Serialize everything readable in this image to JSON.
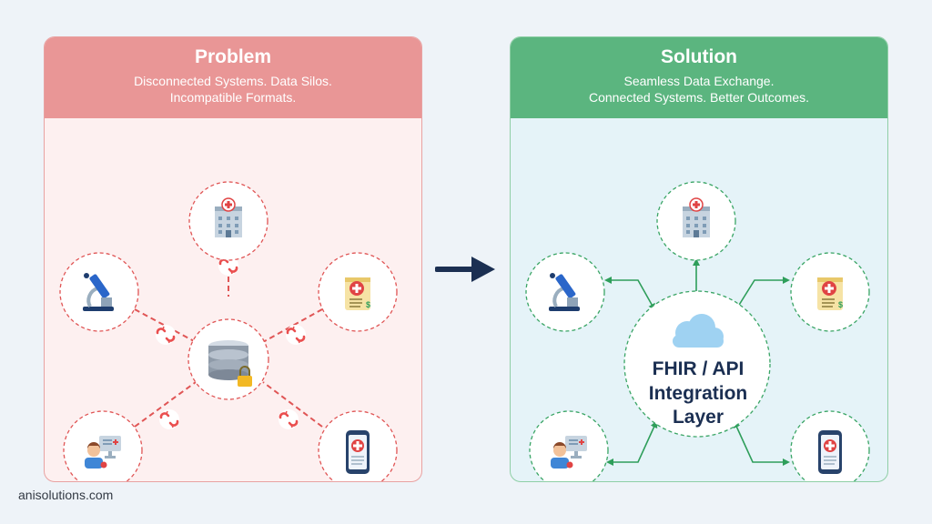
{
  "problem": {
    "title": "Problem",
    "lines": [
      "Disconnected Systems. Data Silos.",
      "Incompatible Formats."
    ],
    "colors": {
      "header": "#e99696",
      "dashed": "#e05555",
      "break": "#ea4f4f"
    },
    "nodes": [
      {
        "id": "hospital",
        "icon": "hospital-icon"
      },
      {
        "id": "lab",
        "icon": "microscope-icon"
      },
      {
        "id": "billing",
        "icon": "billing-document-icon"
      },
      {
        "id": "clinic",
        "icon": "doctor-computer-icon"
      },
      {
        "id": "mobile",
        "icon": "mobile-health-app-icon"
      },
      {
        "id": "database",
        "icon": "locked-database-icon"
      }
    ]
  },
  "solution": {
    "title": "Solution",
    "lines": [
      "Seamless Data Exchange.",
      "Connected Systems. Better Outcomes."
    ],
    "hub_lines": [
      "FHIR / API",
      "Integration",
      "Layer"
    ],
    "hub_icon": "cloud-icon",
    "colors": {
      "header": "#5bb57f",
      "dashed": "#3aa565",
      "arrow": "#2e9e5a"
    },
    "nodes": [
      {
        "id": "hospital",
        "icon": "hospital-icon"
      },
      {
        "id": "lab",
        "icon": "microscope-icon"
      },
      {
        "id": "billing",
        "icon": "billing-document-icon"
      },
      {
        "id": "clinic",
        "icon": "doctor-computer-icon"
      },
      {
        "id": "mobile",
        "icon": "mobile-health-app-icon"
      }
    ]
  },
  "transition_icon": "arrow-right-icon",
  "footer": "anisolutions.com"
}
